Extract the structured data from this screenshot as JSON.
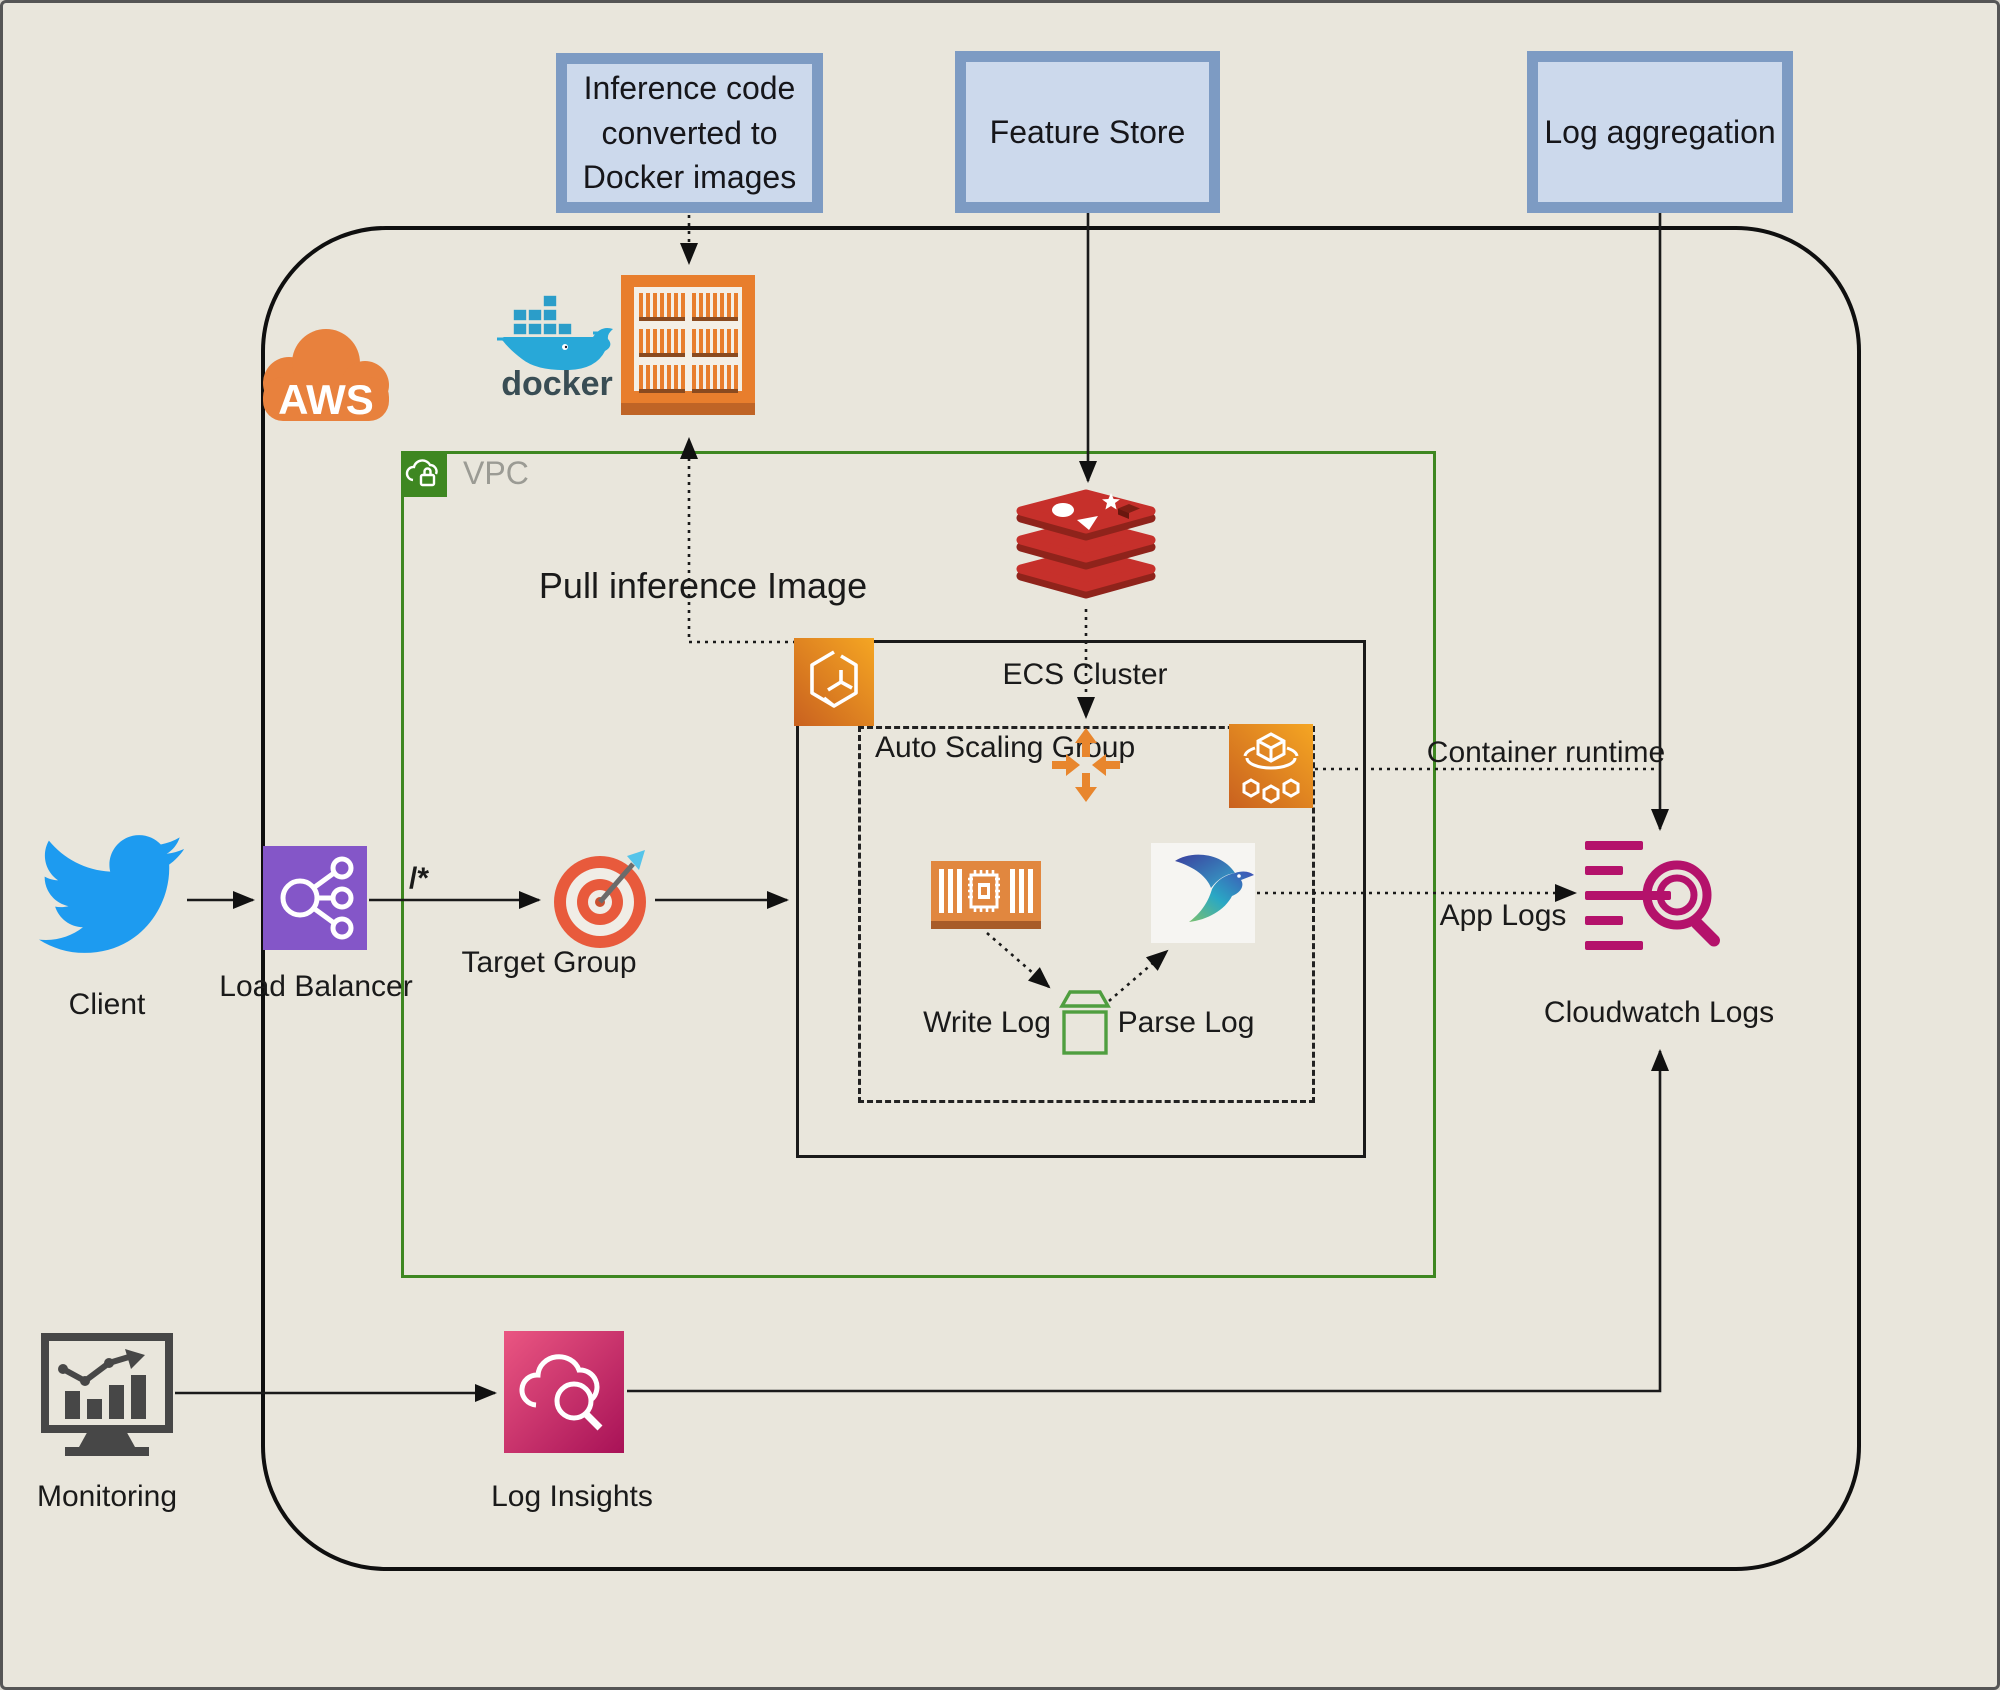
{
  "top_boxes": [
    {
      "id": "inference",
      "label": "Inference code converted to Docker images"
    },
    {
      "id": "feature_store",
      "label": "Feature Store"
    },
    {
      "id": "log_aggregation",
      "label": "Log aggregation"
    }
  ],
  "logos": {
    "aws": "AWS",
    "docker": "docker"
  },
  "vpc": {
    "label": "VPC"
  },
  "ecs": {
    "cluster_label": "ECS Cluster",
    "asg_label": "Auto Scaling Group"
  },
  "labels": {
    "pull_inference": "Pull inference Image",
    "container_runtime": "Container runtime",
    "app_logs": "App Logs",
    "write_log": "Write Log",
    "parse_log": "Parse Log",
    "route": "/*",
    "client": "Client",
    "load_balancer": "Load Balancer",
    "target_group": "Target Group",
    "cloudwatch_logs": "Cloudwatch Logs",
    "monitoring": "Monitoring",
    "log_insights": "Log Insights"
  },
  "colors": {
    "background": "#e9e6dc",
    "top_box_fill": "#ccd9ec",
    "top_box_border": "#7d9bc3",
    "vpc_green": "#3e8721",
    "ecs_orange": "#e8862d",
    "ecr_orange": "#e87e2d",
    "redis_red": "#c6302b",
    "docker_blue": "#28a8d8",
    "lb_purple": "#8456c8",
    "target_red": "#e85a3c",
    "cloudwatch_pink": "#b4126b",
    "log_insights_pink": "#c81e62",
    "twitter_blue": "#1d9bf0",
    "monitoring_gray": "#474747"
  }
}
